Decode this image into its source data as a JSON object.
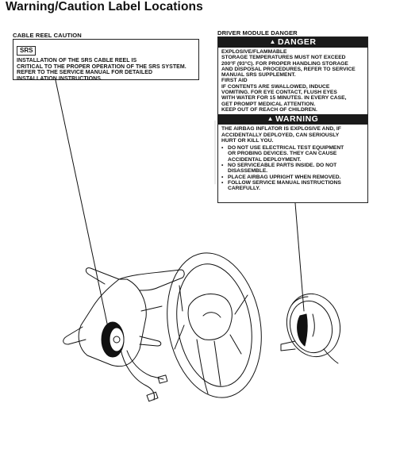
{
  "page_title": "Warning/Caution Label Locations",
  "cable_reel": {
    "heading": "CABLE REEL CAUTION",
    "tag": "SRS",
    "lines": [
      "INSTALLATION OF THE SRS CABLE REEL IS",
      "CRITICAL TO THE PROPER OPERATION OF THE SRS SYSTEM.",
      "REFER TO THE SERVICE MANUAL FOR DETAILED",
      "INSTALLATION INSTRUCTIONS."
    ]
  },
  "driver_module": {
    "heading": "DRIVER MODULE DANGER",
    "danger_title": "DANGER",
    "danger_lines": [
      "EXPLOSIVE/FLAMMABLE",
      "STORAGE TEMPERATURES MUST NOT EXCEED",
      "200°F (93°C). FOR PROPER HANDLING STORAGE",
      "AND DISPOSAL PROCEDURES, REFER TO SERVICE",
      "MANUAL SRS SUPPLEMENT.",
      "FIRST AID",
      "IF CONTENTS ARE SWALLOWED, INDUCE",
      "VOMITING. FOR EYE CONTACT, FLUSH EYES",
      "WITH WATER FOR 15 MINUTES. IN EVERY CASE,",
      "GET PROMPT MEDICAL ATTENTION.",
      "KEEP OUT OF REACH OF CHILDREN."
    ],
    "warning_title": "WARNING",
    "warning_intro": [
      "THE AIRBAG INFLATOR IS EXPLOSIVE AND, IF",
      "ACCIDENTALLY DEPLOYED, CAN SERIOUSLY",
      "HURT OR KILL YOU."
    ],
    "warning_bullets": [
      [
        "DO NOT USE ELECTRICAL TEST EQUIPMENT",
        "OR PROBING DEVICES. THEY CAN CAUSE",
        "ACCIDENTAL DEPLOYMENT."
      ],
      [
        "NO SERVICEABLE PARTS INSIDE. DO NOT",
        "DISASSEMBLE."
      ],
      [
        "PLACE AIRBAG UPRIGHT WHEN REMOVED."
      ],
      [
        "FOLLOW SERVICE MANUAL INSTRUCTIONS",
        "CAREFULLY."
      ]
    ]
  }
}
